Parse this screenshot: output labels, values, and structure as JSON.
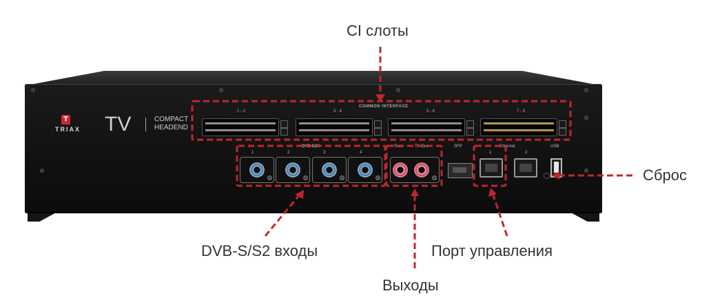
{
  "annotations": {
    "ci_slots": "CI слоты",
    "reset": "Сброс",
    "dvb_inputs": "DVB-S/S2 входы",
    "mgmt_port": "Порт управления",
    "outputs": "Выходы"
  },
  "device": {
    "brand": "TRIAX",
    "brand_badge": "T",
    "product": "TV",
    "product_line1": "COMPACT",
    "product_line2": "HEADEND",
    "ci_section_label": "COMMON INTERFACE",
    "ci_slot_labels": [
      "1 - 2",
      "3 - 4",
      "5 - 6",
      "7 - 8"
    ],
    "dvb_section_label": "DVB-S2X",
    "dvb_port_labels": [
      "1",
      "2",
      "3",
      "4"
    ],
    "test_label": "Test",
    "tvout_label": "TV Out",
    "sfp_label": "SFP",
    "ethernet_label": "Ethernet",
    "eth_port_labels": [
      "1",
      "2"
    ],
    "usb_label": "USB"
  },
  "colors": {
    "annotation_red": "#c0272d",
    "input_connector": "#3d6f98",
    "output_connector": "#c6344e",
    "brand_red": "#d2232a"
  }
}
